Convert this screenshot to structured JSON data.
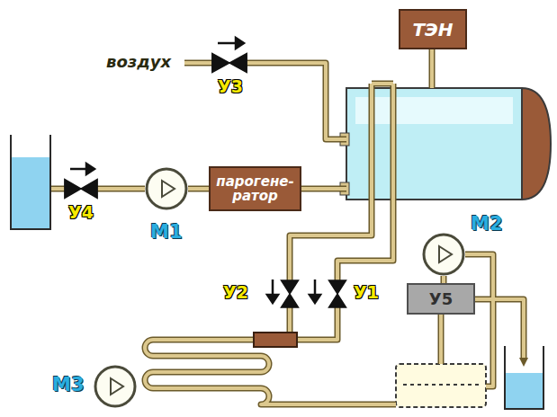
{
  "diagram": {
    "nodes": [
      {
        "text": [
          "У3"
        ]
      },
      {
        "text": [
          "ТЭН"
        ]
      },
      {
        "text": [
          "У4"
        ]
      },
      {
        "text": [
          "М1"
        ]
      },
      {
        "text": [
          "парогене- ратор"
        ]
      },
      {
        "text": [
          "М2"
        ]
      },
      {
        "text": [
          "У2"
        ]
      },
      {
        "text": [
          "У1"
        ]
      },
      {
        "text": [
          "У5"
        ]
      },
      {
        "text": [
          "М3"
        ]
      }
    ],
    "edges": [
      {
        "from": 2,
        "to": 3,
        "arrow": "none"
      },
      {
        "from": 3,
        "to": 4,
        "arrow": "none"
      },
      {
        "from": 5,
        "to": 8,
        "arrow": "none"
      }
    ],
    "labels": [
      "воздух"
    ]
  }
}
